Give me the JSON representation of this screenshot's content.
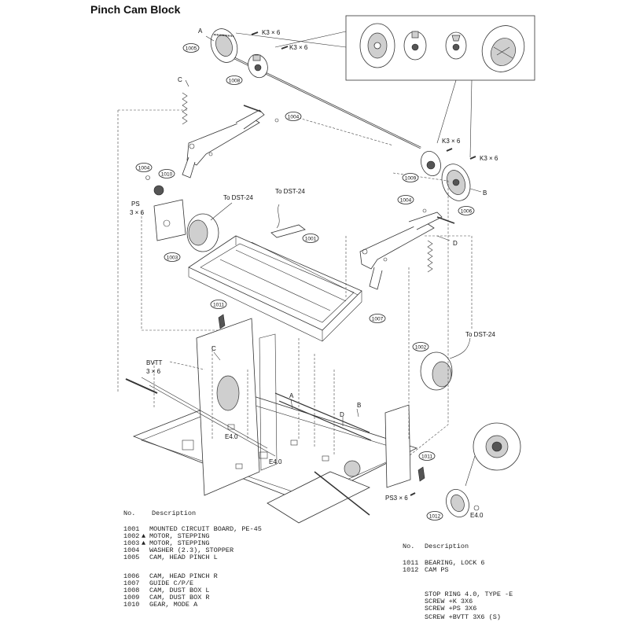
{
  "title": "Pinch Cam Block",
  "callouts": {
    "c1001": "1001",
    "c1002": "1002",
    "c1003": "1003",
    "c1004a": "1004",
    "c1004b": "1004",
    "c1004c": "1004",
    "c1005": "1005",
    "c1006": "1006",
    "c1007": "1007",
    "c1008": "1008",
    "c1009": "1009",
    "c1010": "1010",
    "c1011a": "1011",
    "c1011b": "1011",
    "c1012": "1012"
  },
  "labels": {
    "k3x6_a": "K3 × 6",
    "k3x6_b": "K3 × 6",
    "k3x6_c": "K3 × 6",
    "k3x6_d": "K3 × 6",
    "to_dst_1": "To DST-24",
    "to_dst_2": "To DST-24",
    "to_dst_3": "To DST-24",
    "ps_a": "PS",
    "ps_b": "3 × 6",
    "bvtt_a": "BVTT",
    "bvtt_b": "3 × 6",
    "e40_a": "E4.0",
    "e40_b": "E4.0",
    "e40_c": "E4.0",
    "ps3x6": "PS3 × 6",
    "A1": "A",
    "A2": "A",
    "B1": "B",
    "B2": "B",
    "C1": "C",
    "C2": "C",
    "D1": "D",
    "D2": "D"
  },
  "parts_left": {
    "header_no": "No.",
    "header_desc": "Description",
    "rows": [
      {
        "no": "1001",
        "mark": "",
        "desc": "MOUNTED CIRCUIT BOARD, PE-45"
      },
      {
        "no": "1002",
        "mark": "▲",
        "desc": "MOTOR, STEPPING"
      },
      {
        "no": "1003",
        "mark": "▲",
        "desc": "MOTOR, STEPPING"
      },
      {
        "no": "1004",
        "mark": "",
        "desc": "WASHER (2.3), STOPPER"
      },
      {
        "no": "1005",
        "mark": "",
        "desc": "CAM, HEAD PINCH  L"
      },
      {
        "no": "1006",
        "mark": "",
        "desc": "CAM, HEAD PINCH  R"
      },
      {
        "no": "1007",
        "mark": "",
        "desc": "GUIDE C/P/E"
      },
      {
        "no": "1008",
        "mark": "",
        "desc": "CAM, DUST BOX L"
      },
      {
        "no": "1009",
        "mark": "",
        "desc": "CAM, DUST BOX R"
      },
      {
        "no": "1010",
        "mark": "",
        "desc": "GEAR, MODE A"
      }
    ]
  },
  "parts_right": {
    "header_no": "No.",
    "header_desc": "Description",
    "rows": [
      {
        "no": "1011",
        "desc": "BEARING, LOCK 6"
      },
      {
        "no": "1012",
        "desc": "CAM PS"
      }
    ],
    "extra": [
      "STOP RING 4.0, TYPE -E",
      "SCREW +K 3X6",
      "SCREW +PS 3X6",
      "SCREW +BVTT  3X6  (S)"
    ]
  }
}
